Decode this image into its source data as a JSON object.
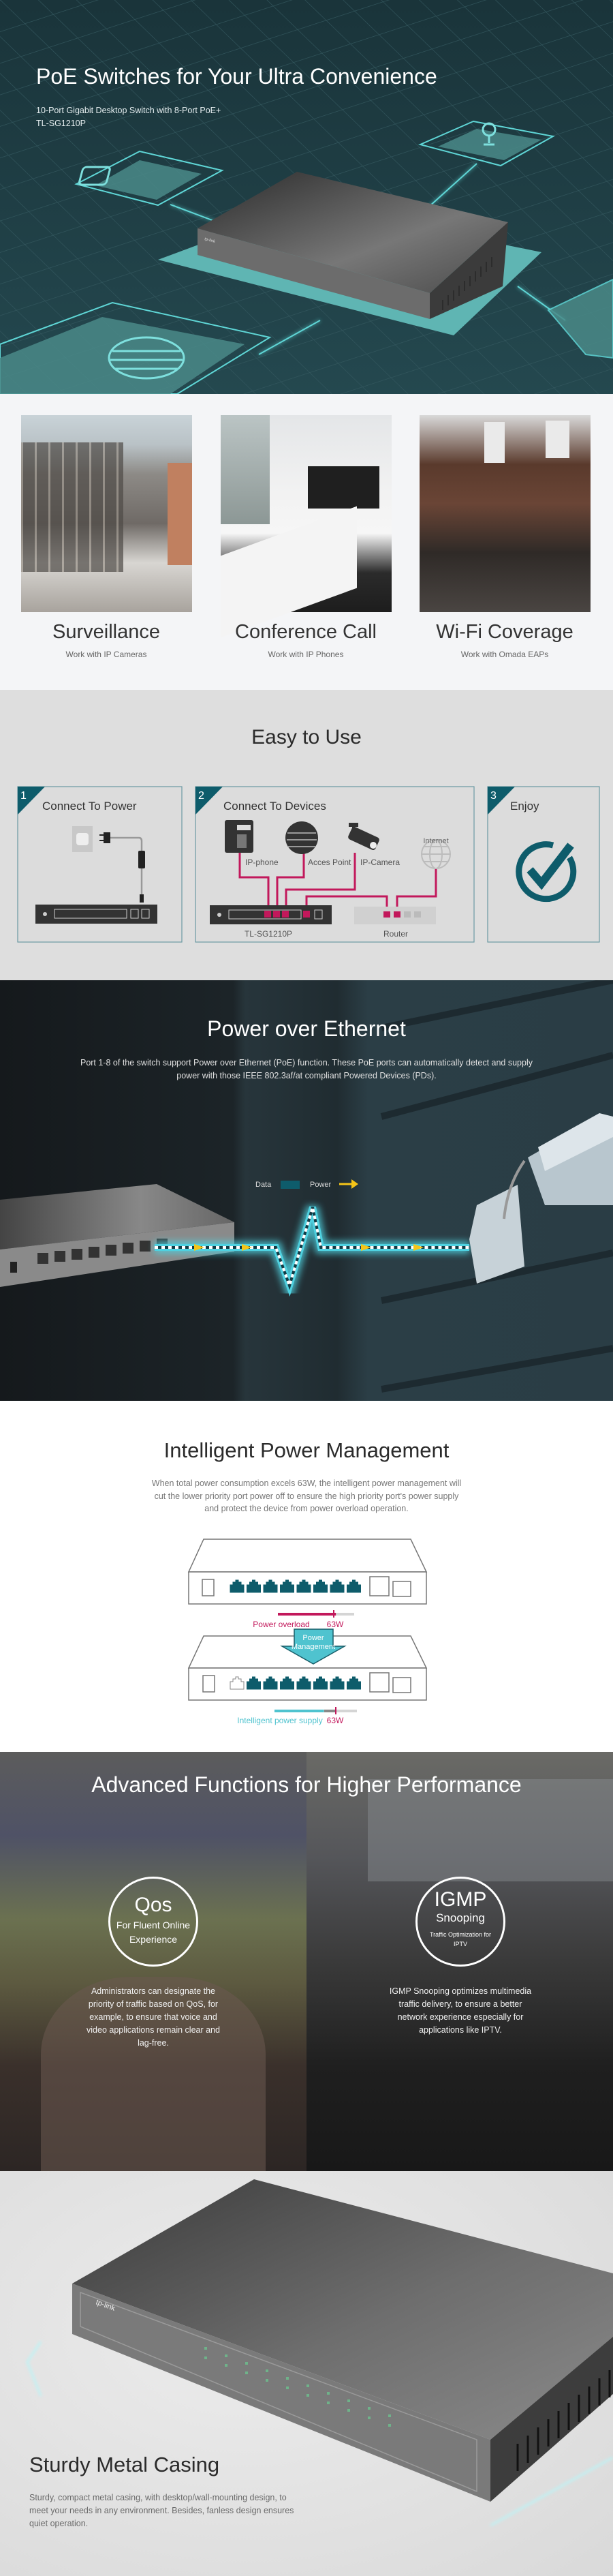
{
  "hero": {
    "title": "PoE Switches for Your Ultra Convenience",
    "subtitle": "10-Port Gigabit Desktop Switch with 8-Port PoE+",
    "model": "TL-SG1210P",
    "brand": "tp-link"
  },
  "applications": [
    {
      "title": "Surveillance",
      "subtitle": "Work with IP Cameras"
    },
    {
      "title": "Conference Call",
      "subtitle": "Work with IP Phones"
    },
    {
      "title": "Wi-Fi Coverage",
      "subtitle": "Work with Omada EAPs"
    }
  ],
  "easy": {
    "title": "Easy to Use",
    "steps": [
      {
        "number": "1",
        "title": "Connect To Power"
      },
      {
        "number": "2",
        "title": "Connect To Devices",
        "labels": {
          "ip_phone": "IP-phone",
          "access_point": "Acces Point",
          "ip_camera": "IP-Camera",
          "internet": "Internet",
          "switch": "TL-SG1210P",
          "router": "Router"
        }
      },
      {
        "number": "3",
        "title": "Enjoy"
      }
    ]
  },
  "poe": {
    "title": "Power over Ethernet",
    "description_lines": [
      "Port 1-8 of the switch support Power over Ethernet (PoE) function. These PoE ports can automatically detect and supply",
      "power with those IEEE 802.3af/at compliant Powered Devices (PDs)."
    ],
    "legend": {
      "data": "Data",
      "power": "Power"
    }
  },
  "power_management": {
    "title": "Intelligent Power Management",
    "description_lines": [
      "When total power consumption excels 63W, the intelligent power management will",
      "cut the lower priority port power off to ensure the high priority port's power supply",
      "and protect the device from power overload operation."
    ],
    "overload_label": "Power overload",
    "overload_limit": "63W",
    "overload_fraction": 0.76,
    "arrow_label_lines": [
      "Power",
      "Management"
    ],
    "supply_label": "Intelligent power supply",
    "supply_limit": "63W",
    "supply_fraction": 0.6
  },
  "advanced": {
    "title": "Advanced Functions for Higher Performance",
    "features": [
      {
        "name": "Qos",
        "tagline_lines": [
          "For Fluent Online",
          "Experience"
        ],
        "description_lines": [
          "Administrators can designate the",
          "priority of traffic based on QoS, for",
          "example, to ensure that voice and",
          "video applications remain clear and",
          "lag-free."
        ]
      },
      {
        "name": "IGMP",
        "name2": "Snooping",
        "tagline_lines": [
          "Traffic Optimization for",
          "IPTV"
        ],
        "description_lines": [
          "IGMP Snooping optimizes multimedia",
          "traffic delivery, to ensure a better",
          "network experience especially for",
          "applications like IPTV."
        ]
      }
    ]
  },
  "casing": {
    "title": "Sturdy Metal Casing",
    "description_lines": [
      "Sturdy, compact metal casing, with desktop/wall-mounting design, to",
      "meet your needs in any environment. Besides, fanless design ensures",
      "quiet operation."
    ]
  },
  "colors": {
    "teal": "#0e5c6b",
    "magenta": "#c2185b",
    "cyan": "#4fc3cf",
    "power_yellow": "#f5c518"
  }
}
